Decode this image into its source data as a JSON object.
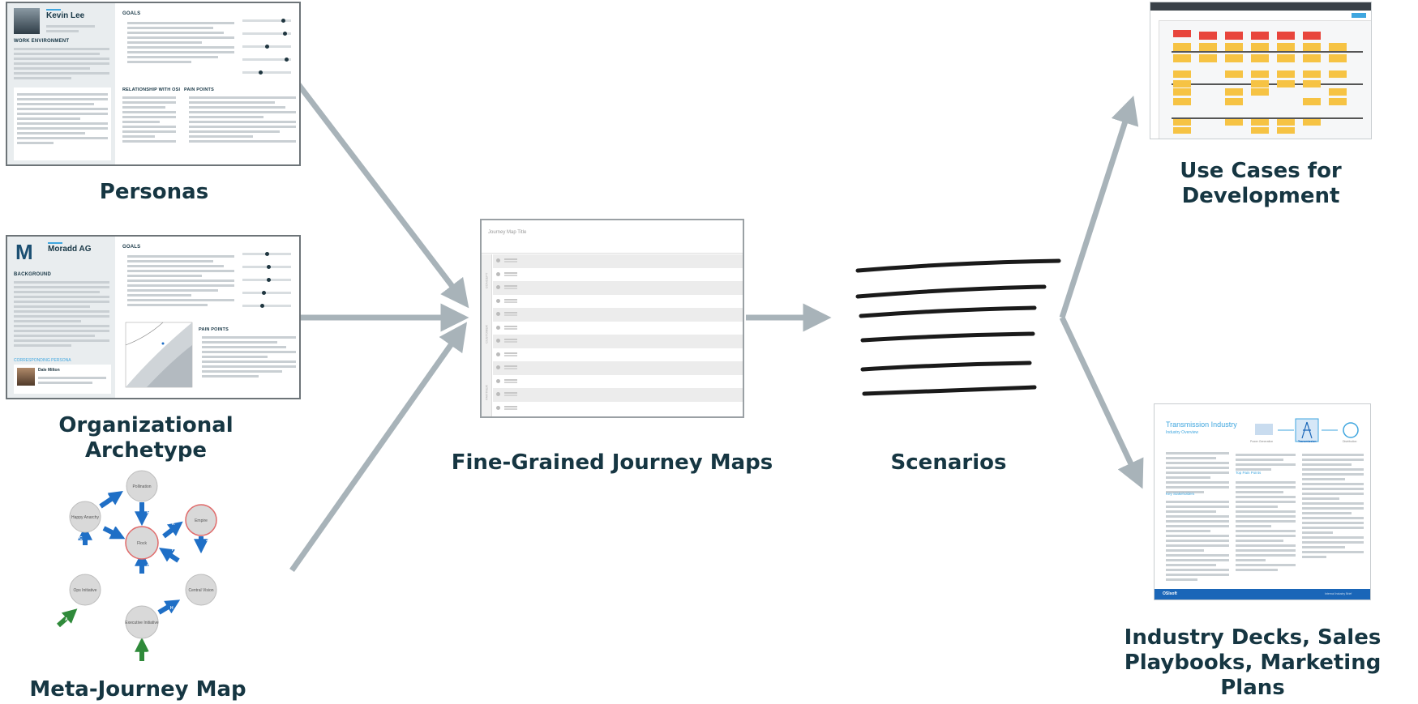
{
  "captions": {
    "personas": "Personas",
    "org_archetype": "Organizational Archetype",
    "meta_journey": "Meta-Journey Map",
    "fine_grained": "Fine-Grained Journey Maps",
    "scenarios": "Scenarios",
    "use_cases": "Use Cases for Development",
    "industry": "Industry Decks, Sales Playbooks, Marketing Plans"
  },
  "persona_card": {
    "name": "Kevin Lee",
    "section_work": "WORK ENVIRONMENT",
    "section_goals": "GOALS",
    "section_relationship": "RELATIONSHIP WITH OSI",
    "section_pain": "PAIN POINTS"
  },
  "org_card": {
    "name": "Moradd AG",
    "logo_letter": "M",
    "section_background": "BACKGROUND",
    "section_goals": "GOALS",
    "section_pain": "PAIN POINTS",
    "section_persona": "CORRESPONDING PERSONA",
    "persona_name": "Dale Milton"
  },
  "journey_map": {
    "title": "Journey Map Title",
    "lane_labels": [
      "CONCEPT",
      "CUSTOMER",
      "PARTNER"
    ]
  },
  "meta_journey_map": {
    "nodes": [
      {
        "id": "pollination",
        "label": "Pollination"
      },
      {
        "id": "happy-anarchy",
        "label": "Happy Anarchy"
      },
      {
        "id": "empire",
        "label": "Empire"
      },
      {
        "id": "flock",
        "label": "Flock"
      },
      {
        "id": "ops-initiative",
        "label": "Ops Initiative"
      },
      {
        "id": "central-vision",
        "label": "Central Vision"
      },
      {
        "id": "executive-initiative",
        "label": "Executive Initiative"
      }
    ],
    "edge_letters": [
      "A",
      "B",
      "C",
      "D",
      "E",
      "F",
      "G",
      "H",
      "I",
      "J",
      "K",
      "L"
    ]
  },
  "industry_doc": {
    "title": "Transmission Industry",
    "subtitle": "Industry Overview",
    "stage_labels": [
      "Power Generation",
      "Transmission",
      "Distribution"
    ],
    "section_key_stakeholders": "Key Stakeholders",
    "section_top_pain_points": "Top Pain Points",
    "footer_brand": "OSIsoft",
    "footer_right": "Internal Industry Brief"
  },
  "colors": {
    "arrow": "#a8b3b9",
    "caption": "#163642",
    "node_fill": "#d9d9d9",
    "node_highlight": "#e06b6b",
    "meta_arrow_blue": "#1f6fc6",
    "meta_arrow_green": "#2f8a3a",
    "sticky_yellow": "#f6c344",
    "sticky_red": "#e8453c",
    "footer_blue": "#1a66b8"
  }
}
